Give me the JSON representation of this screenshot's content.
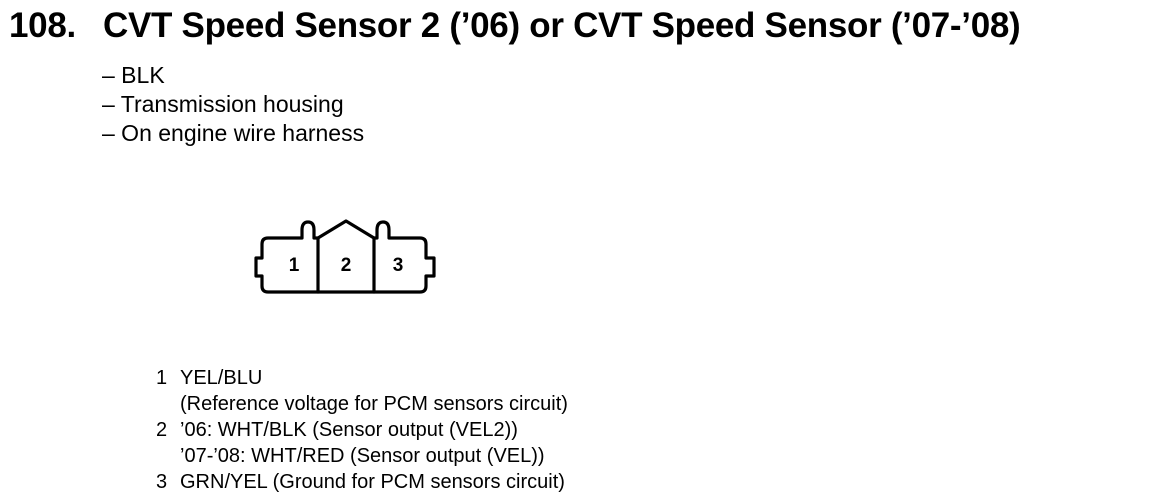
{
  "title": {
    "number": "108.",
    "text": "CVT Speed Sensor 2 (’06) or CVT Speed Sensor (’07-’08)"
  },
  "details": [
    "– BLK",
    "– Transmission housing",
    "– On engine wire harness"
  ],
  "connector": {
    "pins": [
      "1",
      "2",
      "3"
    ]
  },
  "pin_descriptions": [
    {
      "num": "1",
      "lines": [
        "YEL/BLU",
        "(Reference voltage for PCM sensors circuit)"
      ]
    },
    {
      "num": "2",
      "lines": [
        "’06: WHT/BLK (Sensor output (VEL2))",
        "’07-’08: WHT/RED (Sensor output (VEL))"
      ]
    },
    {
      "num": "3",
      "lines": [
        "GRN/YEL (Ground for PCM sensors circuit)"
      ]
    }
  ]
}
